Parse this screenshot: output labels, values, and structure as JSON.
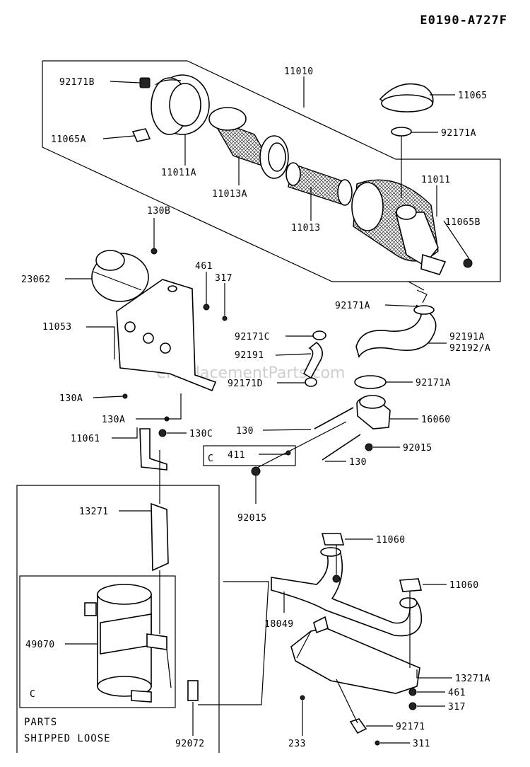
{
  "diagram_code": "E0190-A727F",
  "watermark": "eReplacementParts.com",
  "parts_note": [
    "PARTS",
    "SHIPPED LOOSE"
  ],
  "callouts": {
    "p92171B": "92171B",
    "p11065A": "11065A",
    "p11011A": "11011A",
    "p11010": "11010",
    "p11013A": "11013A",
    "p11013": "11013",
    "p11065": "11065",
    "p92171A_top": "92171A",
    "p11011": "11011",
    "p11065B": "11065B",
    "p130B": "130B",
    "p23062": "23062",
    "p461_upper": "461",
    "p317_upper": "317",
    "p11053": "11053",
    "p92171A_mid": "92171A",
    "p92171C": "92171C",
    "p92191": "92191",
    "p92191A": "92191A",
    "p92192A": "92192/A",
    "p92171D": "92171D",
    "p92171A_low": "92171A",
    "p130A_1": "130A",
    "p130A_2": "130A",
    "p130_left": "130",
    "p16060": "16060",
    "p11061": "11061",
    "p130C": "130C",
    "p411": "411",
    "p92015_right": "92015",
    "p130_right": "130",
    "p92015_low": "92015",
    "p13271": "13271",
    "p11060_1": "11060",
    "p11060_2": "11060",
    "p18049": "18049",
    "p49070": "49070",
    "p13271A": "13271A",
    "p461_lower": "461",
    "p317_lower": "317",
    "p92171": "92171",
    "p233": "233",
    "p311": "311",
    "p92072": "92072",
    "marker_c1": "C",
    "marker_c2": "C"
  }
}
